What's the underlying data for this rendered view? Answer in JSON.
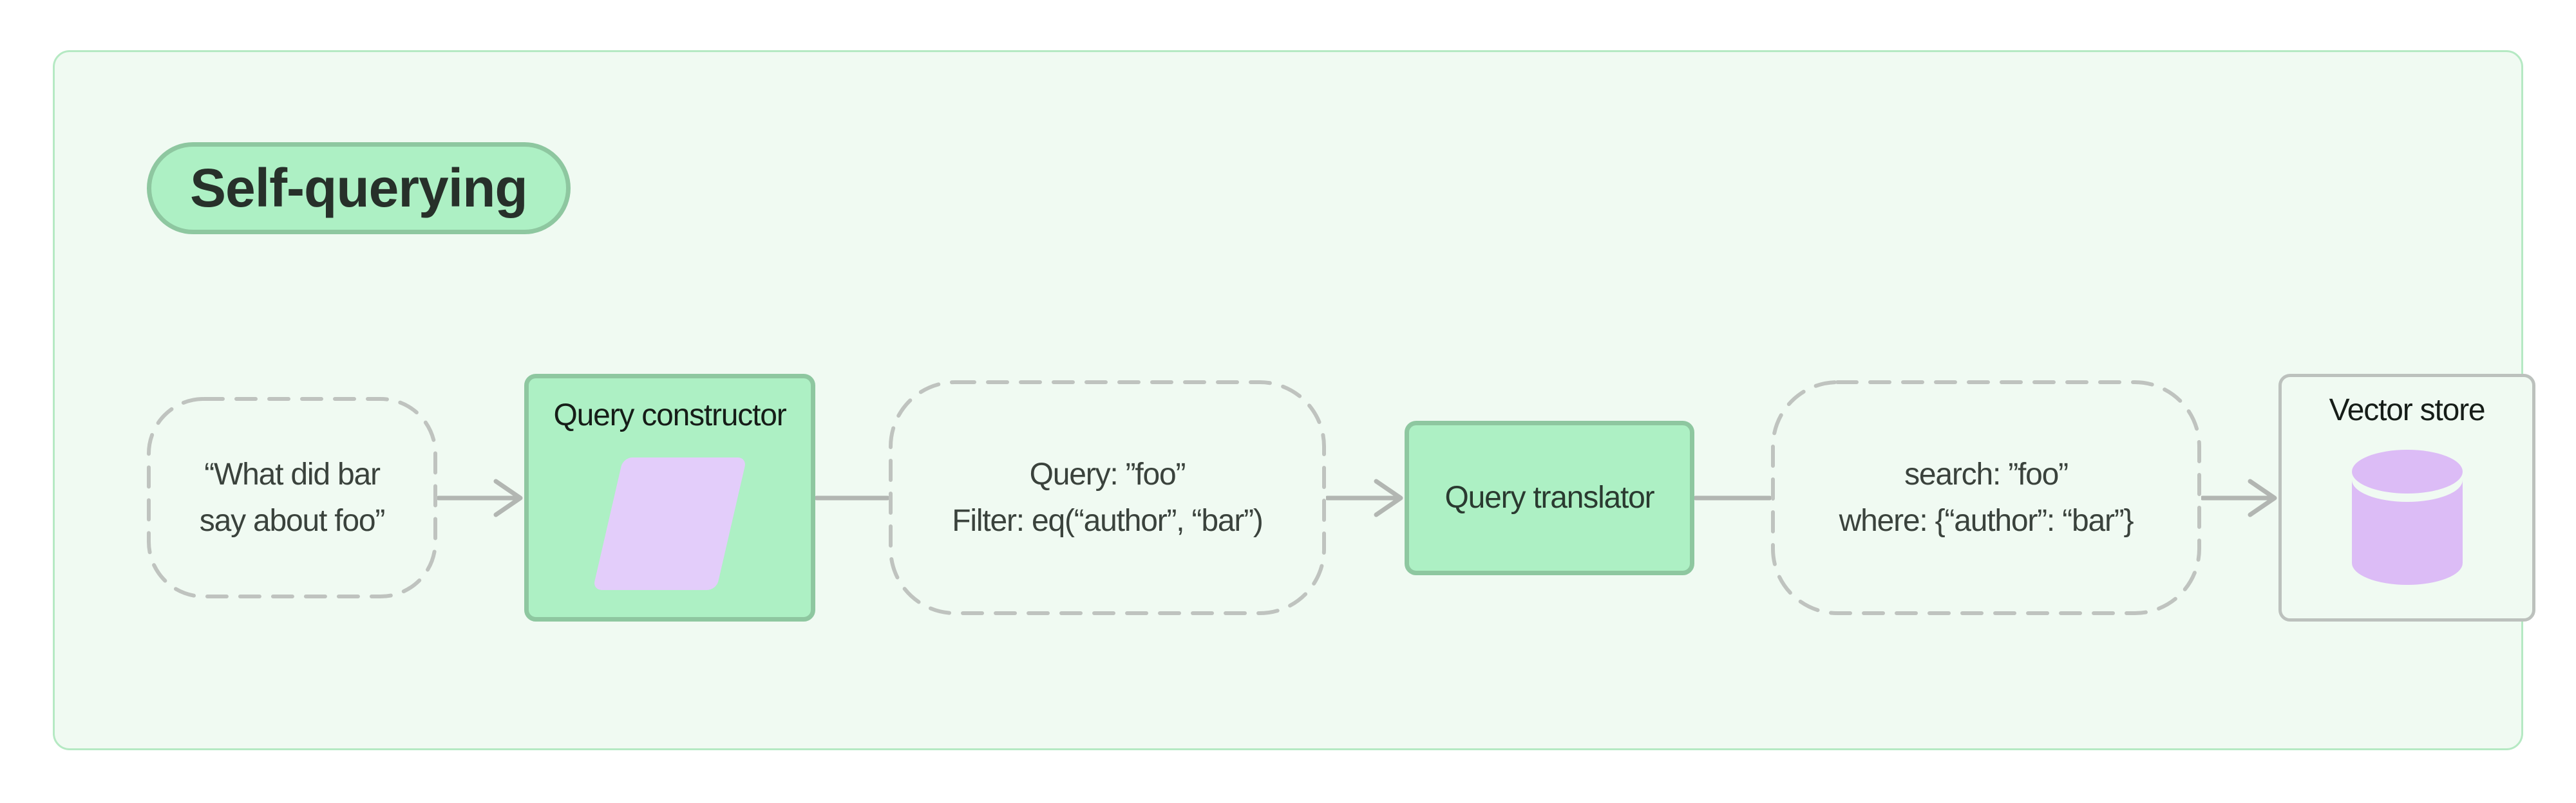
{
  "title": "Self-querying",
  "colors": {
    "page_bg": "#ffffff",
    "panel_bg": "#f0faf2",
    "panel_border": "#b5e9c3",
    "accent_fill": "#adf0c4",
    "accent_border": "#8ec7a0",
    "dash_border": "#bfc3bf",
    "connector": "#b2b6b2",
    "purple_shape": "#e3cdfa",
    "purple_database": "#dcbcf6",
    "box_border_gray": "#bcc1bd",
    "text_dark": "#27302a",
    "text_black": "#161d18"
  },
  "nodes": {
    "user_query": {
      "lines": [
        "“What did bar",
        "say about foo”"
      ]
    },
    "query_constructor": {
      "label": "Query constructor",
      "icon": "parallelogram-icon"
    },
    "structured_query": {
      "lines": [
        "Query: ”foo”",
        "Filter: eq(“author”, “bar”)"
      ]
    },
    "query_translator": {
      "label": "Query translator"
    },
    "translated_query": {
      "lines": [
        "search: ”foo”",
        "where: {“author”: “bar”}"
      ]
    },
    "vector_store": {
      "label": "Vector store",
      "icon": "database-cylinder-icon"
    }
  },
  "connectors": [
    {
      "from": "user_query",
      "to": "query_constructor",
      "arrowhead": true
    },
    {
      "from": "query_constructor",
      "to": "structured_query",
      "arrowhead": false
    },
    {
      "from": "structured_query",
      "to": "query_translator",
      "arrowhead": true
    },
    {
      "from": "query_translator",
      "to": "translated_query",
      "arrowhead": false
    },
    {
      "from": "translated_query",
      "to": "vector_store",
      "arrowhead": true
    }
  ]
}
